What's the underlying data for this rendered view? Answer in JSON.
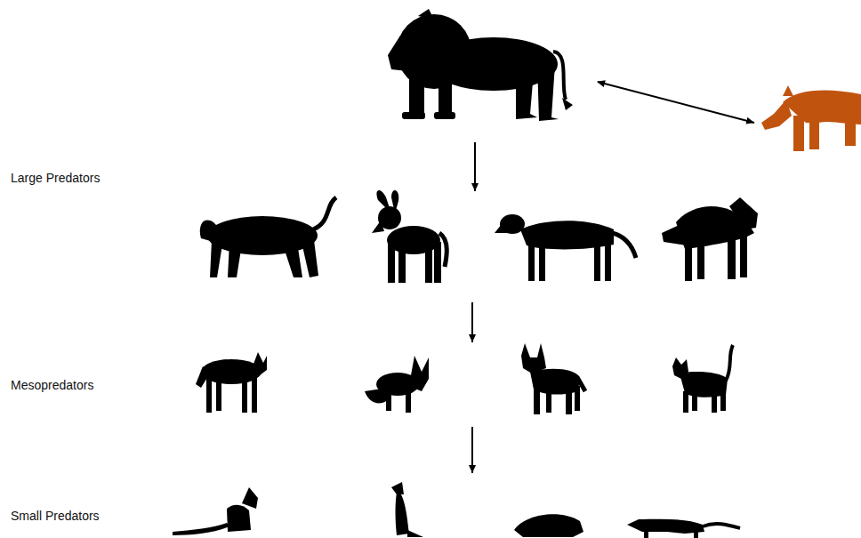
{
  "diagram": {
    "labels": [
      "Large Predators",
      "Mesopredators",
      "Small Predators"
    ]
  }
}
